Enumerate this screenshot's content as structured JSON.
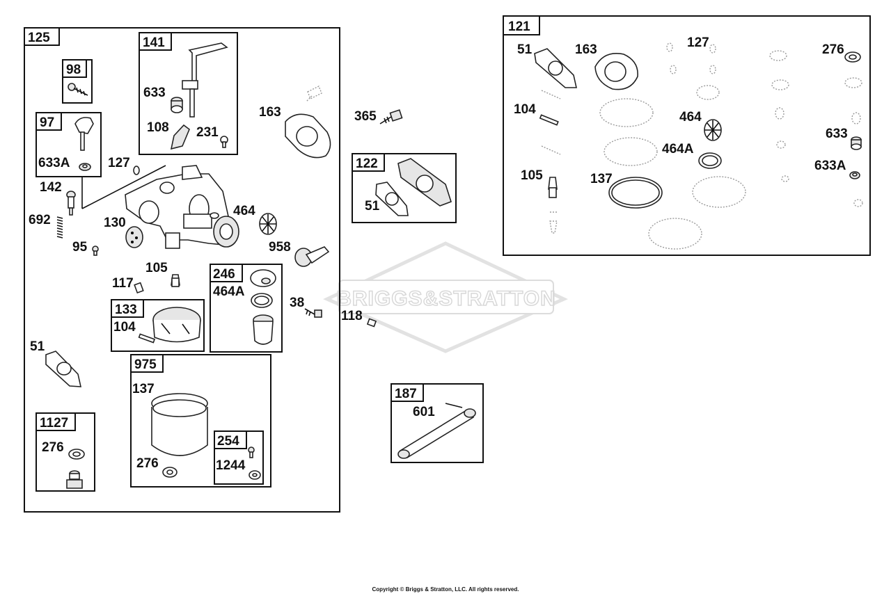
{
  "watermark": "BRIGGS&STRATTON",
  "copyright": "Copyright © Briggs & Stratton, LLC. All rights reserved.",
  "labels": {
    "g125": "125",
    "g141": "141",
    "g98": "98",
    "g97": "97",
    "g133": "133",
    "g246": "246",
    "g975": "975",
    "g254": "254",
    "g1127": "1127",
    "g122": "122",
    "g187": "187",
    "g121": "121",
    "p633_141": "633",
    "p108": "108",
    "p231": "231",
    "p163_main": "163",
    "p633A_97": "633A",
    "p127_main": "127",
    "p142": "142",
    "p692": "692",
    "p130": "130",
    "p95": "95",
    "p464_main": "464",
    "p958": "958",
    "p105_main": "105",
    "p117": "117",
    "p464A_246": "464A",
    "p104_133": "104",
    "p38": "38",
    "p118": "118",
    "p51_main": "51",
    "p137_975": "137",
    "p276_975": "276",
    "p1244": "1244",
    "p276_1127": "276",
    "p365": "365",
    "p51_122": "51",
    "p601": "601",
    "k51": "51",
    "k163": "163",
    "k127": "127",
    "k276": "276",
    "k104": "104",
    "k464": "464",
    "k464A": "464A",
    "k633": "633",
    "k105": "105",
    "k137": "137",
    "k633A": "633A"
  }
}
